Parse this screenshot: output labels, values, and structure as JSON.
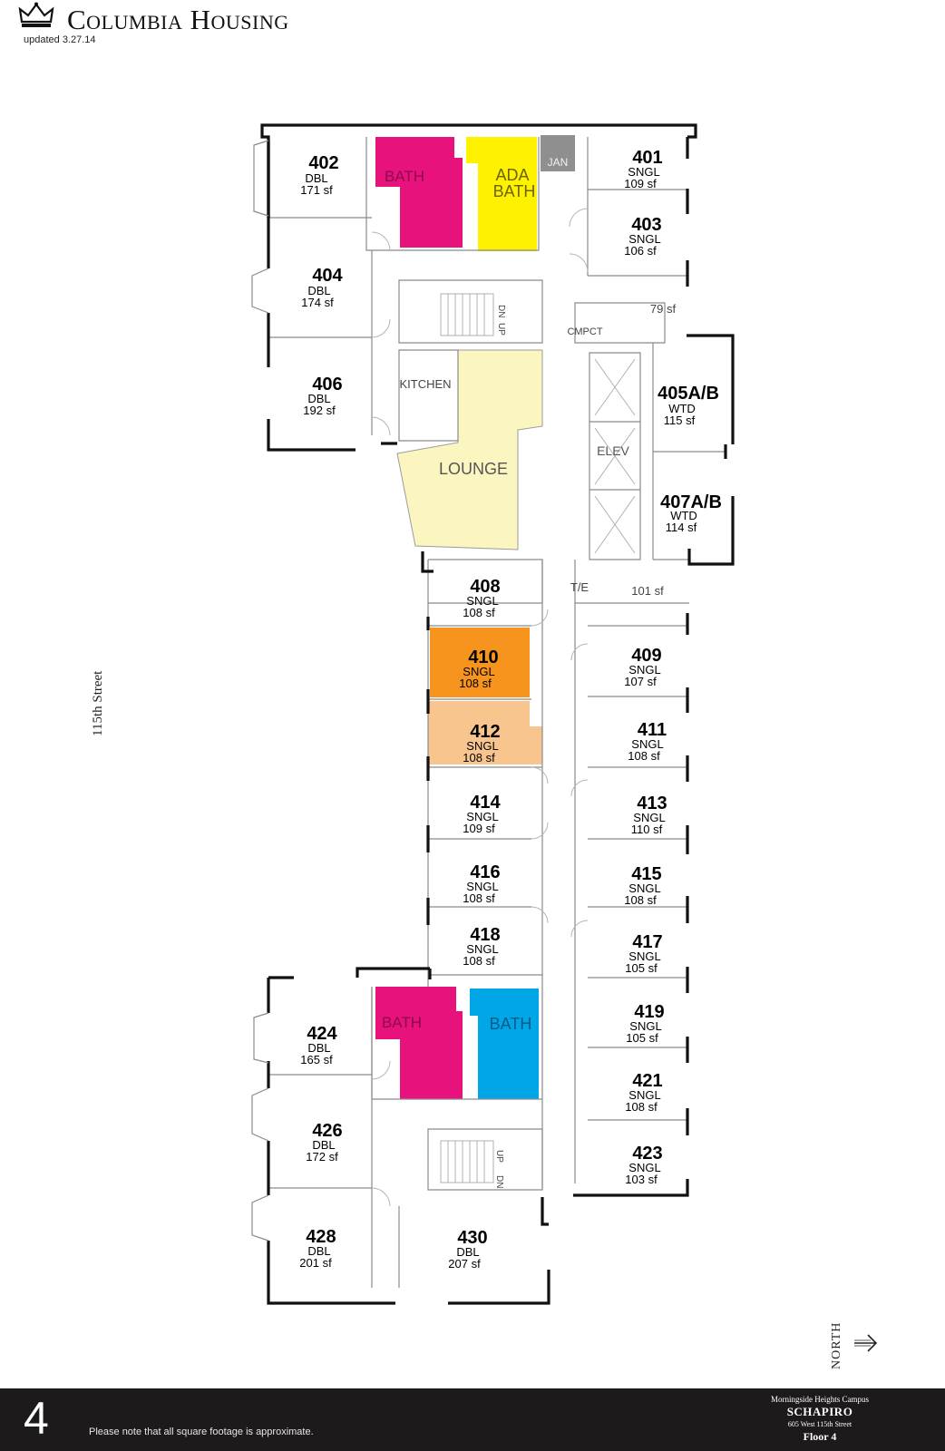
{
  "header": {
    "brand": "Columbia Housing",
    "updated": "updated 3.27.14"
  },
  "street_label": "115th Street",
  "north_label": "NORTH",
  "footer": {
    "floor": "4",
    "note": "Please note that all square footage is approximate.",
    "campus": "Morningside Heights Campus",
    "building": "SCHAPIRO",
    "address": "605 West 115th Street",
    "floor_label": "Floor 4"
  },
  "colors": {
    "bath_magenta": "#e8127c",
    "ada_yellow": "#fff200",
    "bath_blue": "#00a6e6",
    "lounge": "#fbf6c0",
    "room_410": "#f7941d",
    "room_412": "#f9c58f",
    "jan": "#8f8f8f"
  },
  "rooms": {
    "r402": {
      "num": "402",
      "type": "DBL",
      "sf": "171 sf"
    },
    "r404": {
      "num": "404",
      "type": "DBL",
      "sf": "174 sf"
    },
    "r406": {
      "num": "406",
      "type": "DBL",
      "sf": "192 sf"
    },
    "r401": {
      "num": "401",
      "type": "SNGL",
      "sf": "109 sf"
    },
    "r403": {
      "num": "403",
      "type": "SNGL",
      "sf": "106 sf"
    },
    "r405": {
      "num": "405A/B",
      "type": "WTD",
      "sf": "115 sf"
    },
    "r407": {
      "num": "407A/B",
      "type": "WTD",
      "sf": "114 sf"
    },
    "r408": {
      "num": "408",
      "type": "SNGL",
      "sf": "108 sf"
    },
    "r410": {
      "num": "410",
      "type": "SNGL",
      "sf": "108 sf"
    },
    "r412": {
      "num": "412",
      "type": "SNGL",
      "sf": "108 sf"
    },
    "r414": {
      "num": "414",
      "type": "SNGL",
      "sf": "109 sf"
    },
    "r416": {
      "num": "416",
      "type": "SNGL",
      "sf": "108 sf"
    },
    "r418": {
      "num": "418",
      "type": "SNGL",
      "sf": "108 sf"
    },
    "r409": {
      "num": "409",
      "type": "SNGL",
      "sf": "107 sf"
    },
    "r411": {
      "num": "411",
      "type": "SNGL",
      "sf": "108 sf"
    },
    "r413": {
      "num": "413",
      "type": "SNGL",
      "sf": "110 sf"
    },
    "r415": {
      "num": "415",
      "type": "SNGL",
      "sf": "108 sf"
    },
    "r417": {
      "num": "417",
      "type": "SNGL",
      "sf": "105 sf"
    },
    "r419": {
      "num": "419",
      "type": "SNGL",
      "sf": "105 sf"
    },
    "r421": {
      "num": "421",
      "type": "SNGL",
      "sf": "108 sf"
    },
    "r423": {
      "num": "423",
      "type": "SNGL",
      "sf": "103 sf"
    },
    "r424": {
      "num": "424",
      "type": "DBL",
      "sf": "165 sf"
    },
    "r426": {
      "num": "426",
      "type": "DBL",
      "sf": "172 sf"
    },
    "r428": {
      "num": "428",
      "type": "DBL",
      "sf": "201 sf"
    },
    "r430": {
      "num": "430",
      "type": "DBL",
      "sf": "207 sf"
    }
  },
  "labels": {
    "bath": "BATH",
    "ada1": "ADA",
    "ada2": "BATH",
    "jan": "JAN",
    "kitchen": "KITCHEN",
    "lounge": "LOUNGE",
    "elev": "ELEV",
    "cmpct": "CMPCT",
    "te": "T/E",
    "sf79": "79 sf",
    "sf101": "101 sf",
    "dn": "DN",
    "up": "UP"
  }
}
